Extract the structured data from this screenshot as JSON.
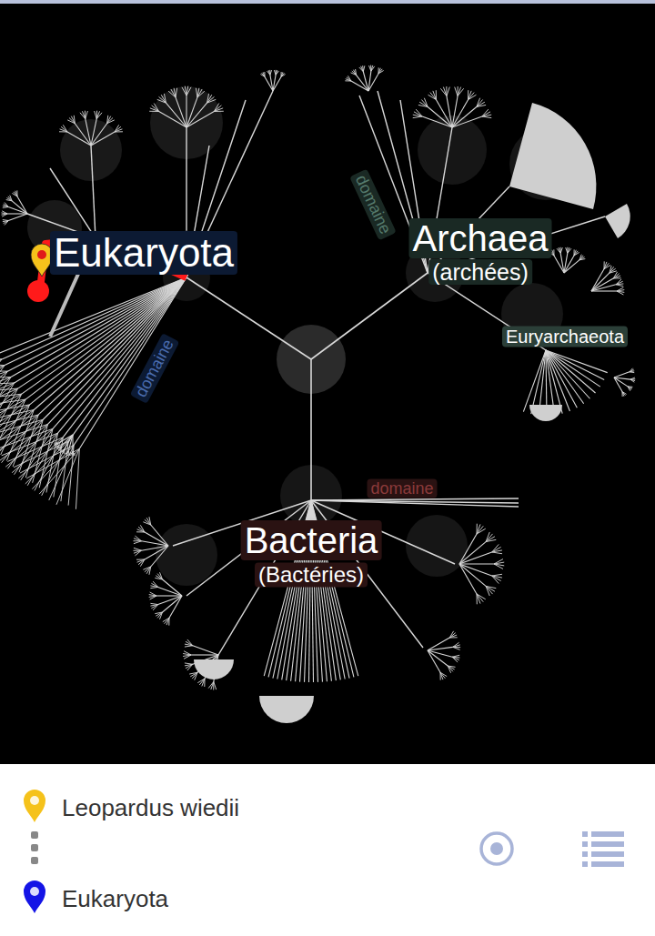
{
  "diagram": {
    "nodes": [
      {
        "text": [
          "Eukaryota",
          "domaine"
        ]
      },
      {
        "text": [
          "Archaea",
          "(archées)",
          "domaine"
        ]
      },
      {
        "text": [
          "Euryarchaeota"
        ],
        "in": 1
      },
      {
        "text": [
          "Bacteria",
          "(Bactéries)",
          "domaine"
        ]
      }
    ],
    "legend": [
      {
        "text": "Leopardus wiedii",
        "color": "#f5c21b"
      },
      {
        "text": "Eukaryota",
        "color": "#1414e6"
      }
    ]
  }
}
